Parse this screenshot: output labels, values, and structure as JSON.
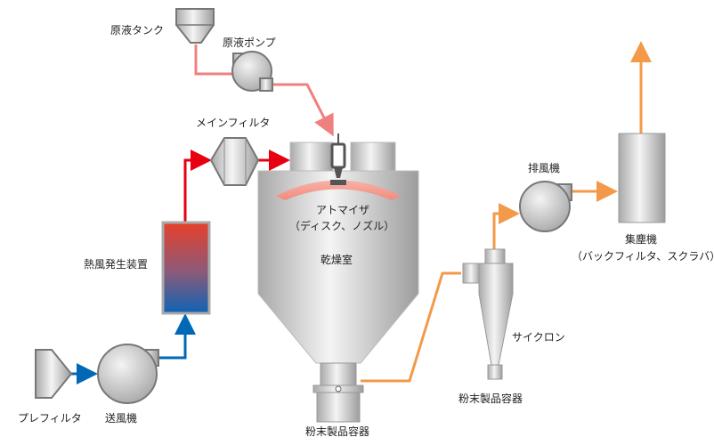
{
  "labels": {
    "raw_tank": "原液タンク",
    "raw_pump": "原液ポンプ",
    "main_filter": "メインフィルタ",
    "atomizer": "アトマイザ",
    "atomizer_sub": "（ディスク、ノズル）",
    "drying_chamber": "乾燥室",
    "heater": "熱風発生装置",
    "prefilter": "プレフィルタ",
    "blower": "送風機",
    "product_container_1": "粉末製品容器",
    "cyclone": "サイクロン",
    "product_container_2": "粉末製品容器",
    "exhaust_fan": "排風機",
    "dust_collector": "集塵機",
    "dust_collector_sub": "（バックフィルタ、スクラバ）"
  },
  "colors": {
    "liquid_line": "#f08080",
    "hot_air_line": "#e60012",
    "cold_air_line": "#0068b7",
    "product_line": "#f39a4a"
  }
}
